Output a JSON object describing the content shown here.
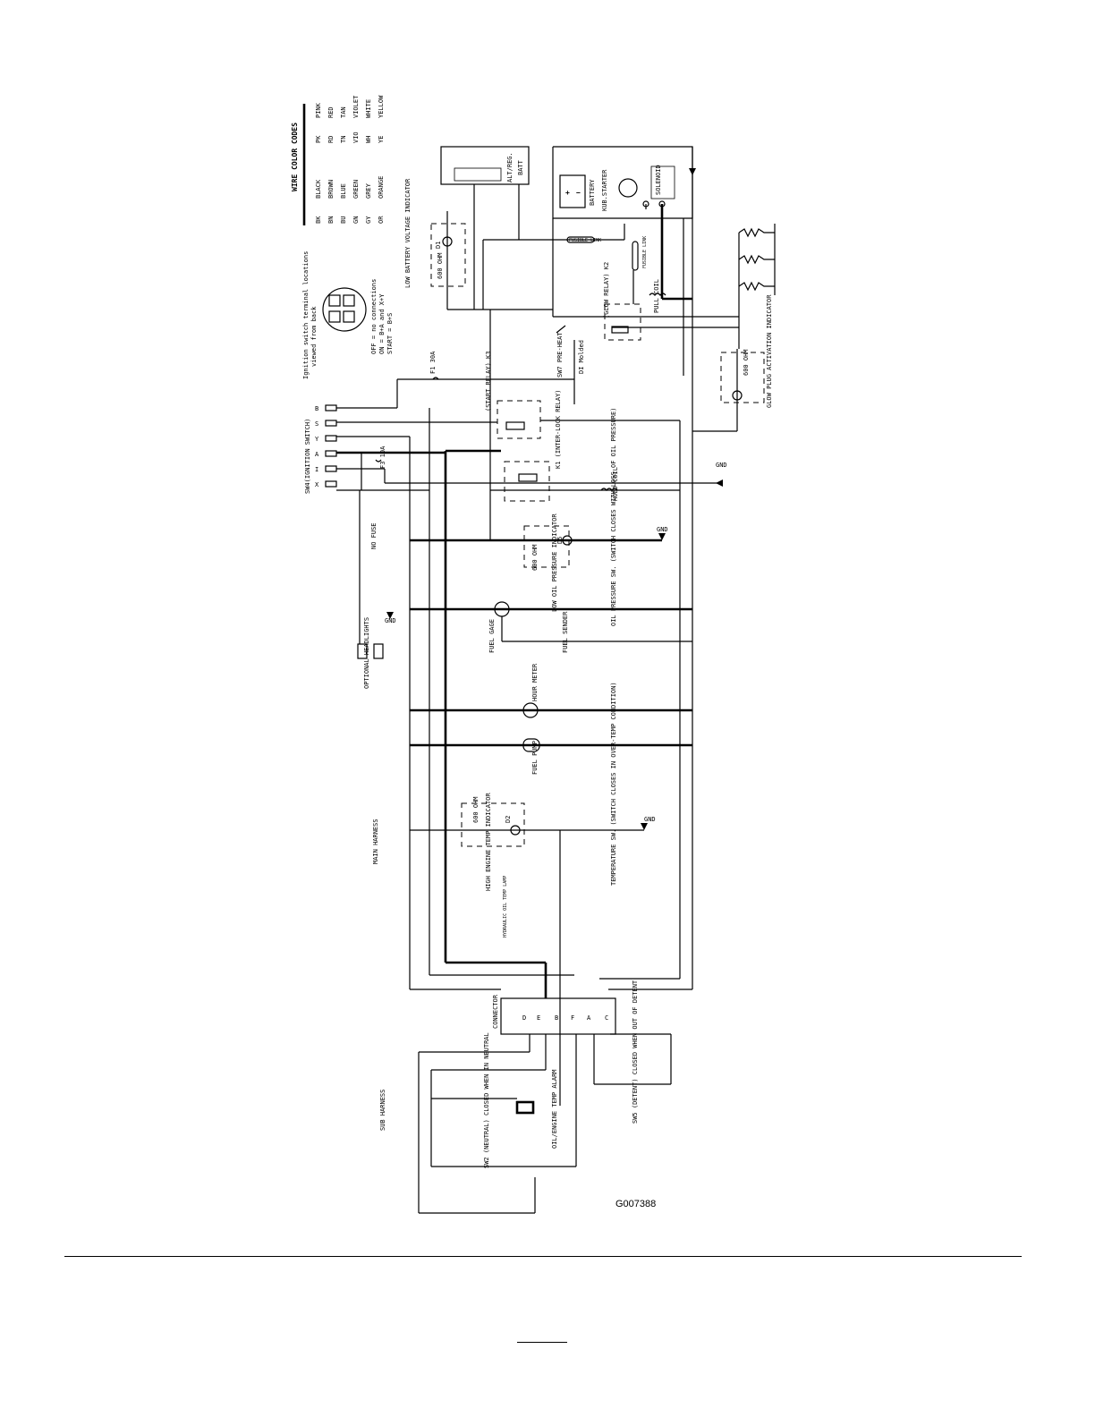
{
  "figure_id": "G007388",
  "wire_color_codes": {
    "title": "WIRE COLOR CODES",
    "colors": [
      {
        "code": "BK",
        "name": "BLACK"
      },
      {
        "code": "BN",
        "name": "BROWN"
      },
      {
        "code": "BU",
        "name": "BLUE"
      },
      {
        "code": "GN",
        "name": "GREEN"
      },
      {
        "code": "GY",
        "name": "GREY"
      },
      {
        "code": "OR",
        "name": "ORANGE"
      },
      {
        "code": "PK",
        "name": "PINK"
      },
      {
        "code": "RD",
        "name": "RED"
      },
      {
        "code": "TN",
        "name": "TAN"
      },
      {
        "code": "VIO",
        "name": "VIOLET"
      },
      {
        "code": "WH",
        "name": "WHITE"
      },
      {
        "code": "YE",
        "name": "YELLOW"
      }
    ]
  },
  "ignition_switch": {
    "caption_1": "Ignition switch terminal locations",
    "caption_2": "viewed from back",
    "positions": [
      "OFF = no connections",
      "ON = B+A and X+Y",
      "START = B+S"
    ],
    "terminals": [
      "B",
      "S",
      "Y",
      "A",
      "I",
      "X"
    ],
    "label": "SW4(IGNITION SWITCH)"
  },
  "components": {
    "alt_reg": "ALT/REG.",
    "batt": "BATT",
    "battery": "BATTERY",
    "kub_starter": "KUB.STARTER",
    "solenoid": "SOLENOID",
    "fusible_link": "FUSIBLE LINK",
    "fusible_link_2": "FUSIBLE LINK",
    "low_battery": "LOW BATTERY VOLTAGE INDICATOR",
    "d1": "D1",
    "ohm_600": "600 OHM",
    "glow_relay": "(GLOW RELAY) K2",
    "pull_coil": "PULL COIL",
    "sw7": "SW7 PRE-HEAT",
    "di_molded": "DI Molded",
    "f1": "F1 30A",
    "start_relay": "(START RELAY) K3",
    "interlock_relay": "K1 (INTER-LOCK RELAY)",
    "hold_coil": "HOLD COIL",
    "f3": "F3 10A",
    "no_fuse": "NO FUSE",
    "optional_headlights": "OPTIONAL HEADLIGHTS",
    "gnd": "GND",
    "low_oil": "LOW OIL PRESSURE INDICATOR",
    "oil_sw": "OIL PRESSURE SW. (SWITCH CLOSES WITH LOSS OF OIL PRESSURE)",
    "d5": "D5",
    "fuel_gage": "FUEL GAGE",
    "fuel_sender": "FUEL SENDER",
    "hour_meter": "HOUR METER",
    "fuel_pump": "FUEL PUMP",
    "high_engine": "HIGH ENGINE TEMP INDICATOR",
    "hydraulic_oil": "HYDRAULIC OIL TEMP LAMP",
    "d2": "D2",
    "temp_sw": "TEMPERATURE SW. (SWITCH CLOSES IN OVER-TEMP CONDITION)",
    "glow_plug": "GLOW PLUG ACTIVATION INDICATOR",
    "main_harness": "MAIN HARNESS",
    "sub_harness": "SUB HARNESS",
    "connector": "CONNECTOR",
    "oil_engine_alarm": "OIL/ENGINE TEMP ALARM",
    "sw2": "SW2 (NEUTRAL) CLOSED WHEN IN NEUTRAL",
    "sw5": "SW5 (DETENT) CLOSED WHEN OUT OF DETENT",
    "connector_pins": [
      "D",
      "E",
      "B",
      "F",
      "A",
      "C"
    ]
  }
}
